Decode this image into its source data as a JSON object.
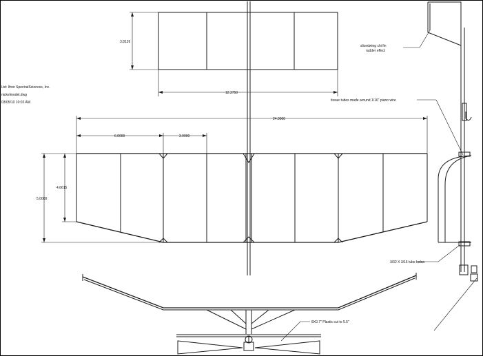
{
  "title_block": {
    "line1": "Ltd: Ifron SpectralSciences, Inc.",
    "line2": "nickelmodel.dwg",
    "line3": "03/05/10  10:02 AM"
  },
  "dimensions": {
    "stab_height": "3.8126",
    "stab_span": "12.3750",
    "wing_span": "24.0000",
    "wing_tip_span": "6.0000",
    "wing_mid_span": "3.0000",
    "wing_chord": "5.0000",
    "wing_tip_chord": "4.6615"
  },
  "annotations": {
    "rudder": "slicedwing chi fin\nrudder effect",
    "tissue_tubes": "tissue tubes made around 1/16\" piano wire",
    "tube": "3/32 X 3/16 tube balsa",
    "prop": "8X0.7\" Plastic cut to 5.5\""
  },
  "colors": {
    "line": "#1a1a1a",
    "frame": "#000000",
    "background": "#ffffff"
  }
}
